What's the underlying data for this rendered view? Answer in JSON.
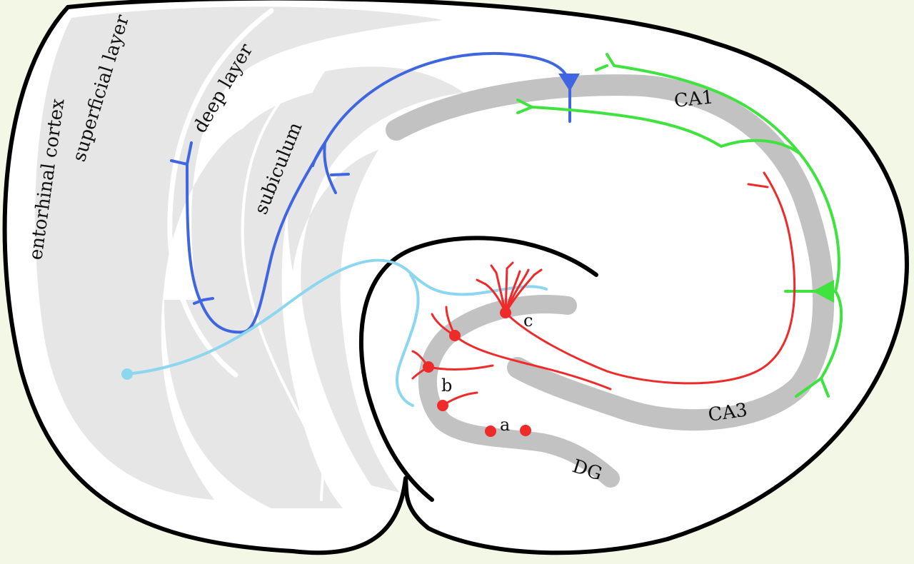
{
  "labels": {
    "entorhinal_cortex": "entorhinal cortex",
    "superficial_layer": "superficial layer",
    "deep_layer": "deep layer",
    "subiculum": "subiculum",
    "ca1": "CA1",
    "ca3": "CA3",
    "dg": "DG",
    "cell_a": "a",
    "cell_b": "b",
    "cell_c": "c"
  },
  "colors": {
    "background": "#f3f8e6",
    "tissue": "#ffffff",
    "outline": "#000000",
    "layer_shading": "#e6e6e6",
    "cell_band": "#c2c2c2",
    "blue_pathway": "#3f66e0",
    "light_blue_pathway": "#8dd6f0",
    "green_pathway": "#3fe23f",
    "red_pathway": "#ee2a2a"
  }
}
